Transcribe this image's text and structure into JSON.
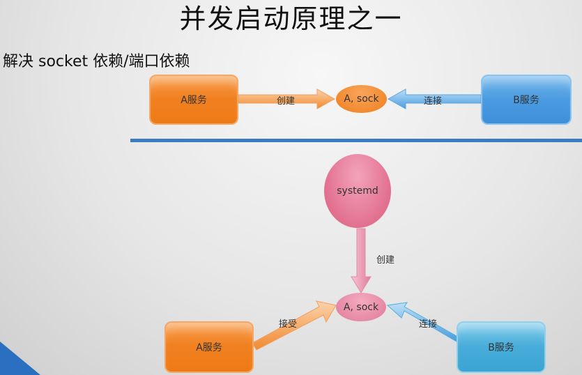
{
  "title": "并发启动原理之一",
  "subtitle": "解决 socket 依赖/端口依赖",
  "diagram_top": {
    "a_service": "A服务",
    "b_service": "B服务",
    "socket": "A, sock",
    "create_label": "创建",
    "connect_label": "连接"
  },
  "diagram_bottom": {
    "systemd": "systemd",
    "create_label": "创建",
    "socket": "A, sock",
    "a_service": "A服务",
    "b_service": "B服务",
    "accept_label": "接受",
    "connect_label": "连接"
  },
  "colors": {
    "orange": "#f0801f",
    "blue": "#4a9be0",
    "pink": "#e27a98",
    "divider": "#3a7cc4"
  }
}
